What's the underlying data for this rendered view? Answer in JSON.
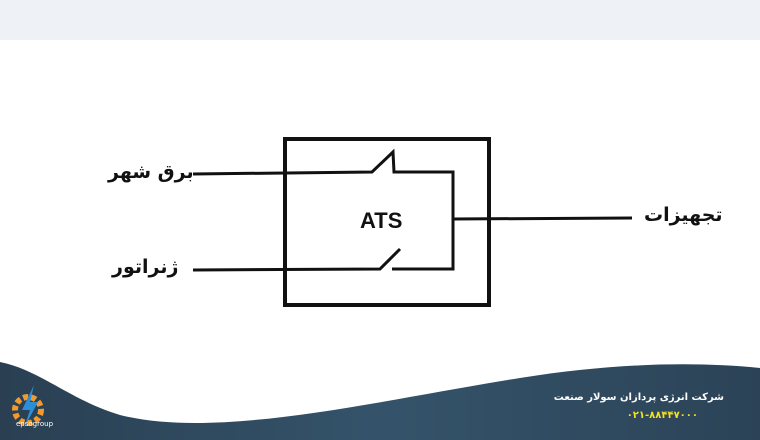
{
  "diagram": {
    "center_label": "ATS",
    "inputs": [
      {
        "label": "برق شهر",
        "switch_state": "closed"
      },
      {
        "label": "ژنراتور",
        "switch_state": "open"
      }
    ],
    "output": {
      "label": "تجهیزات"
    }
  },
  "footer": {
    "company": "شرکت انرژی پردازان سولار صنعت",
    "phone": "۰۲۱-۸۸۴۴۷۰۰۰",
    "brand": "epsogroup",
    "colors": {
      "band": "#2f4a5e",
      "phone": "#f2e21c",
      "logo_orange": "#f29a2e",
      "logo_blue": "#2a8fd8"
    }
  }
}
